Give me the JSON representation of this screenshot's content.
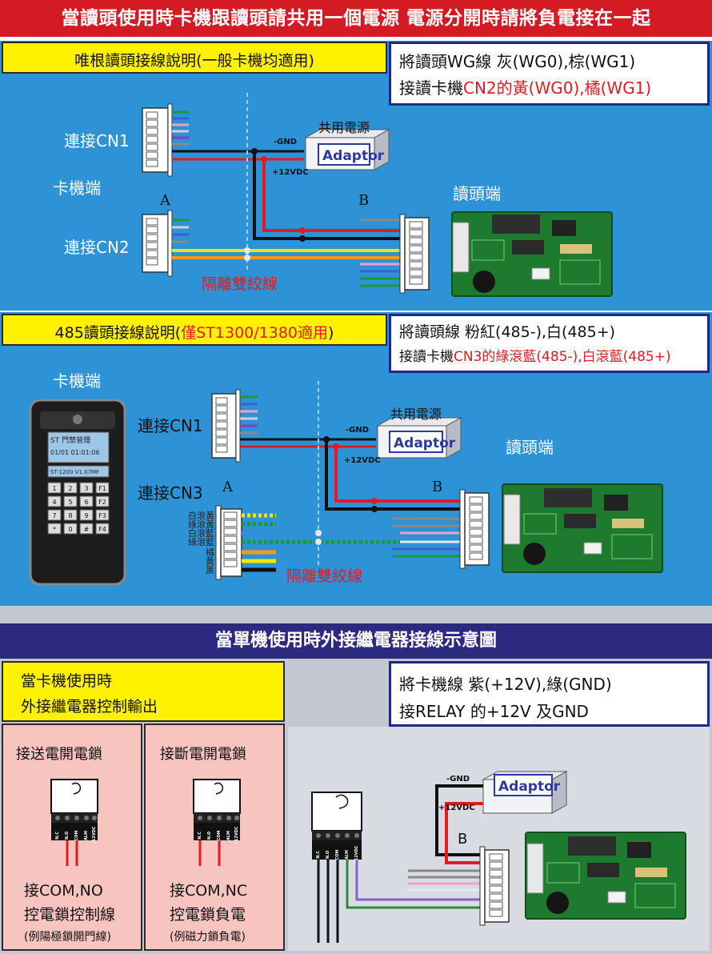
{
  "banner": {
    "title": "當讀頭使用時卡機跟讀頭請共用一個電源 電源分開時請將負電接在一起"
  },
  "wg_section": {
    "title": "唯根讀頭接線說明(一般卡機均適用)",
    "note_line1": "將讀頭WG線 灰(WG0),棕(WG1)",
    "note_line2_prefix": "接讀卡機",
    "note_line2_highlight": "CN2的黃(WG0),橘(WG1)",
    "cn1_label": "連接CN1",
    "cn2_label": "連接CN2",
    "card_side": "卡機端",
    "reader_side": "讀頭端",
    "point_a": "A",
    "point_b": "B",
    "shared_power": "共用電源",
    "adaptor": "Adaptor",
    "gnd": "-GND",
    "vdc": "+12VDC",
    "twisted_pair": "隔離雙絞線"
  },
  "rs485_section": {
    "title_prefix": "485讀頭接線說明(",
    "title_highlight": "僅ST1300/1380適用",
    "title_suffix": ")",
    "note_line1": "將讀頭線 粉紅(485-),白(485+)",
    "note_line2_prefix": "接讀卡機",
    "note_line2_highlight": "CN3的綠滾藍(485-),白滾藍(485+)",
    "card_side": "卡機端",
    "reader_side": "讀頭端",
    "cn1_label": "連接CN1",
    "cn3_label": "連接CN3",
    "point_a": "A",
    "point_b": "B",
    "shared_power": "共用電源",
    "adaptor": "Adaptor",
    "gnd": "-GND",
    "vdc": "+12VDC",
    "twisted_pair": "隔離雙絞線",
    "wire_labels": [
      "白滾黃",
      "綠滾黃",
      "白滾藍",
      "綠滾藍",
      "橘",
      "黃",
      "黑"
    ],
    "device_screen_line1": "ST 門禁管理",
    "device_screen_line2": "01/01 01:01:06",
    "device_screen_line3": "ST-1200 V1.07MF",
    "keypad": [
      "1",
      "2",
      "3",
      "F1",
      "4",
      "5",
      "6",
      "F2",
      "7",
      "8",
      "9",
      "F3",
      "*",
      "0",
      "#",
      "F4"
    ]
  },
  "relay_section": {
    "title": "當單機使用時外接繼電器接線示意圖",
    "left_title_line1": "當卡機使用時",
    "left_title_line2": "外接繼電器控制輸出",
    "box1_title": "接送電開電鎖",
    "box1_line1": "接COM,NO",
    "box1_line2": "控電鎖控制線",
    "box1_line3": "(例陽極鎖開門線)",
    "box2_title": "接斷電開電鎖",
    "box2_line1": "接COM,NC",
    "box2_line2": "控電鎖負電",
    "box2_line3": "(例磁力鎖負電)",
    "note_line1": "將卡機線 紫(+12V),綠(GND)",
    "note_line2": "接RELAY 的+12V 及GND",
    "adaptor": "Adaptor",
    "gnd": "-GND",
    "vdc": "+12VDC",
    "point_b": "B",
    "relay_terminals": [
      "N.C",
      "N.O",
      "COM",
      "ALM",
      "+12VDC"
    ]
  },
  "colors": {
    "banner_red": "#d41a22",
    "panel_blue": "#2d93d6",
    "highlight_yellow": "#fff200",
    "section_navy": "#2b2a80",
    "pink_box": "#f7c4c0",
    "wire_red": "#e01b22",
    "wire_black": "#111111",
    "pcb_green": "#1e7a2e"
  }
}
